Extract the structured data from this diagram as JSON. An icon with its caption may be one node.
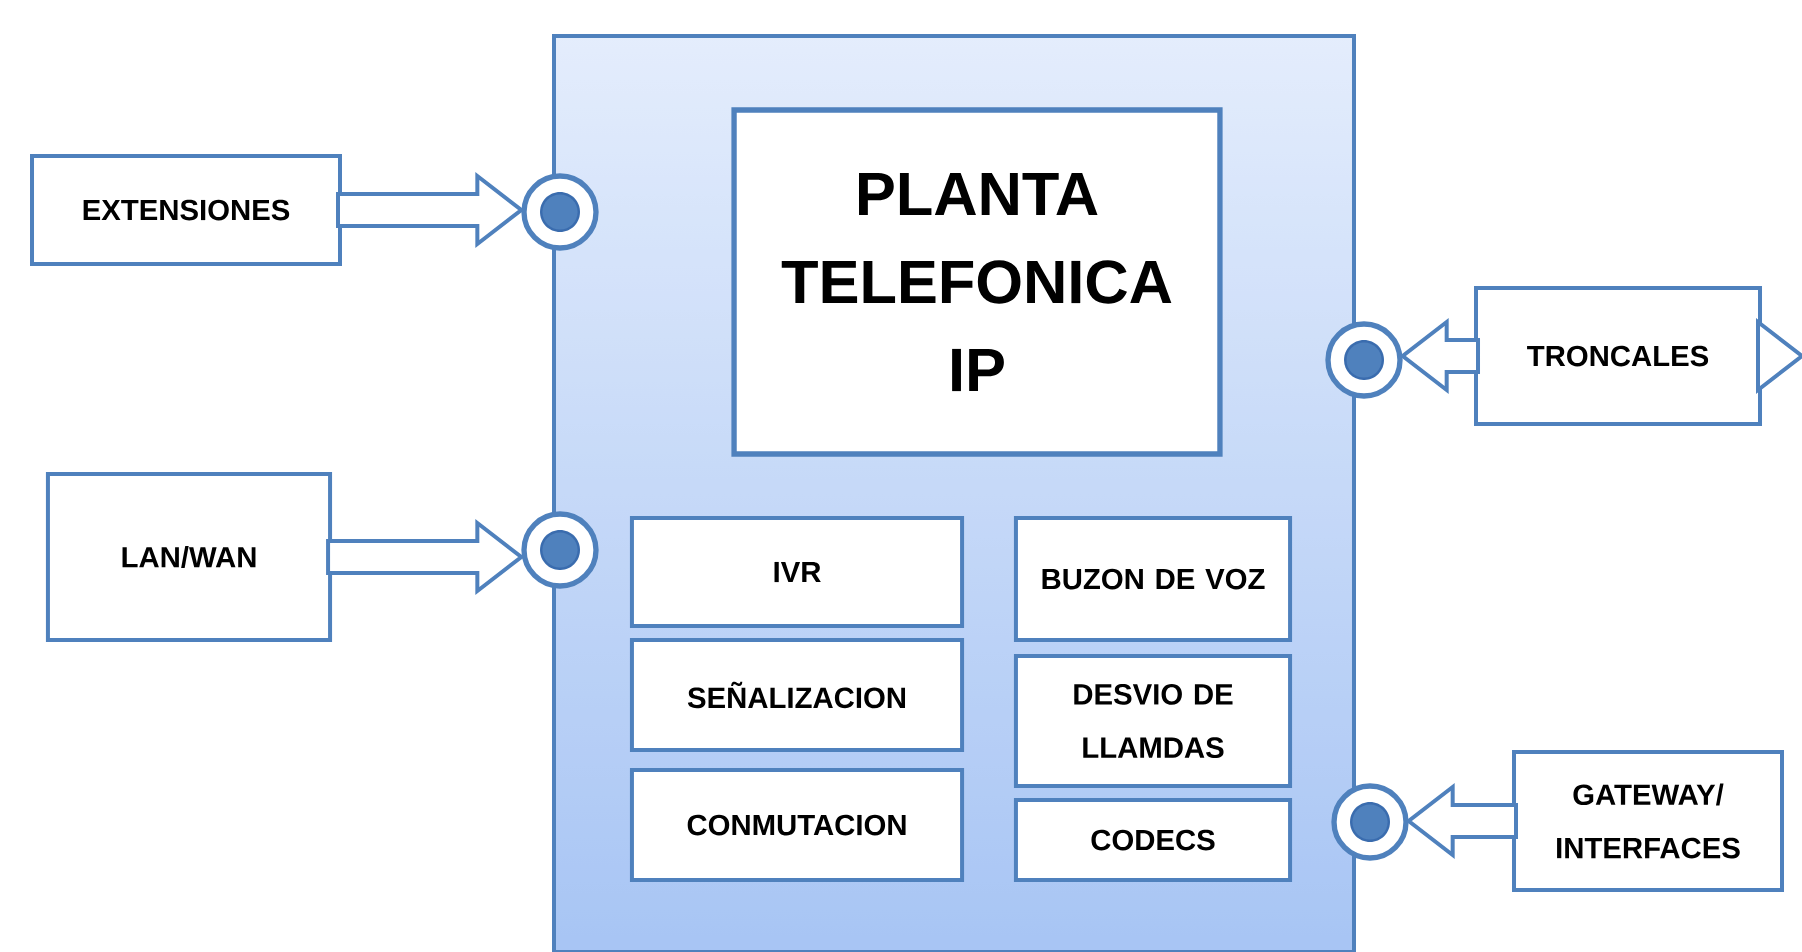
{
  "diagram": {
    "nodes": [
      {
        "text": [],
        "shape": "box"
      },
      {
        "text": [
          "PLANTA TELEFONICA IP"
        ],
        "in": 0
      },
      {
        "text": [
          "IVR"
        ],
        "in": 0
      },
      {
        "text": [
          "BUZON DE VOZ"
        ],
        "in": 0
      },
      {
        "text": [
          "SEÑALIZACION"
        ],
        "in": 0
      },
      {
        "text": [
          "DESVIO DE LLAMDAS"
        ],
        "in": 0
      },
      {
        "text": [
          "CONMUTACION"
        ],
        "in": 0
      },
      {
        "text": [
          "CODECS"
        ],
        "in": 0
      },
      {
        "text": [
          "EXTENSIONES"
        ]
      },
      {
        "text": [],
        "shape": "circle"
      },
      {
        "text": [
          "TRONCALES"
        ]
      },
      {
        "text": [],
        "shape": "circle"
      },
      {
        "text": [
          "LAN/WAN"
        ]
      },
      {
        "text": [],
        "shape": "circle"
      },
      {
        "text": [
          "GATEWAY/ INTERFACES"
        ]
      },
      {
        "text": [],
        "shape": "circle"
      }
    ],
    "edges": [
      {
        "from": 8,
        "to": 9,
        "arrow": "to"
      },
      {
        "from": 10,
        "to": 11,
        "arrow": "to"
      },
      {
        "from": 10,
        "to": null,
        "arrow": "to"
      },
      {
        "from": 12,
        "to": 13,
        "arrow": "to"
      },
      {
        "from": 14,
        "to": 15,
        "arrow": "to"
      }
    ]
  }
}
